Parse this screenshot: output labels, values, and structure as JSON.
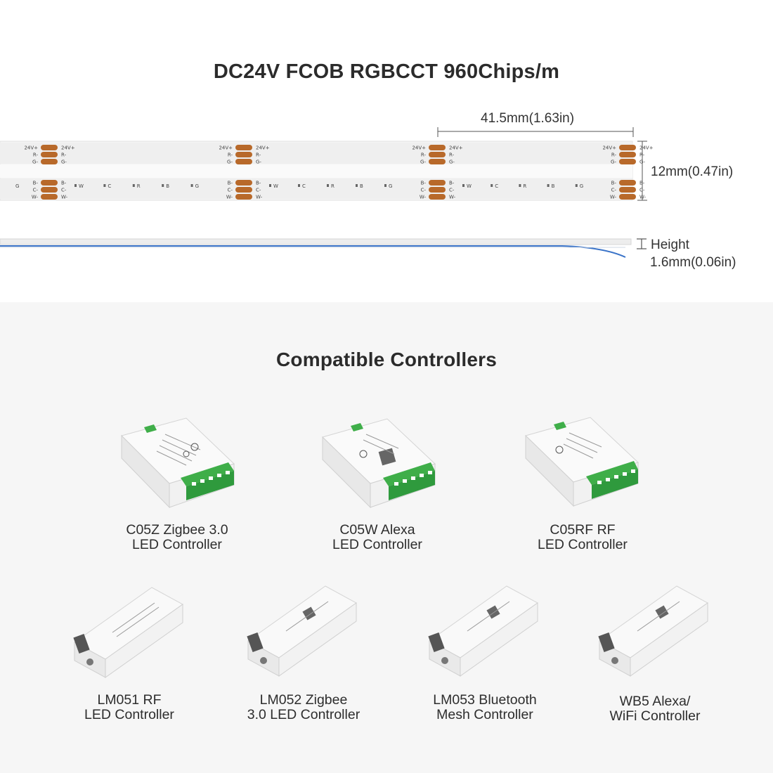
{
  "header": {
    "title": "DC24V FCOB RGBCCT 960Chips/m"
  },
  "strip": {
    "pad_labels_top": [
      "24V+",
      "R-",
      "G-"
    ],
    "pad_labels_bottom": [
      "B-",
      "C-",
      "W-"
    ],
    "chip_marks": [
      "W",
      "C",
      "R",
      "B",
      "G"
    ],
    "pad_color": "#b8692a"
  },
  "dimensions": {
    "length": "41.5mm(1.63in)",
    "width": "12mm(0.47in)",
    "height_label": "Height",
    "height_value": "1.6mm(0.06in)"
  },
  "controllers": {
    "title": "Compatible Controllers",
    "accent_color": "#3fae49",
    "items": [
      {
        "line1": "C05Z Zigbee 3.0",
        "line2": "LED Controller"
      },
      {
        "line1": "C05W Alexa",
        "line2": "LED Controller"
      },
      {
        "line1": "C05RF RF",
        "line2": "LED Controller"
      },
      {
        "line1": "LM051 RF",
        "line2": "LED Controller"
      },
      {
        "line1": "LM052 Zigbee",
        "line2": "3.0 LED Controller"
      },
      {
        "line1": "LM053 Bluetooth",
        "line2": "Mesh Controller"
      },
      {
        "line1": "WB5 Alexa/",
        "line2": "WiFi Controller"
      }
    ]
  }
}
